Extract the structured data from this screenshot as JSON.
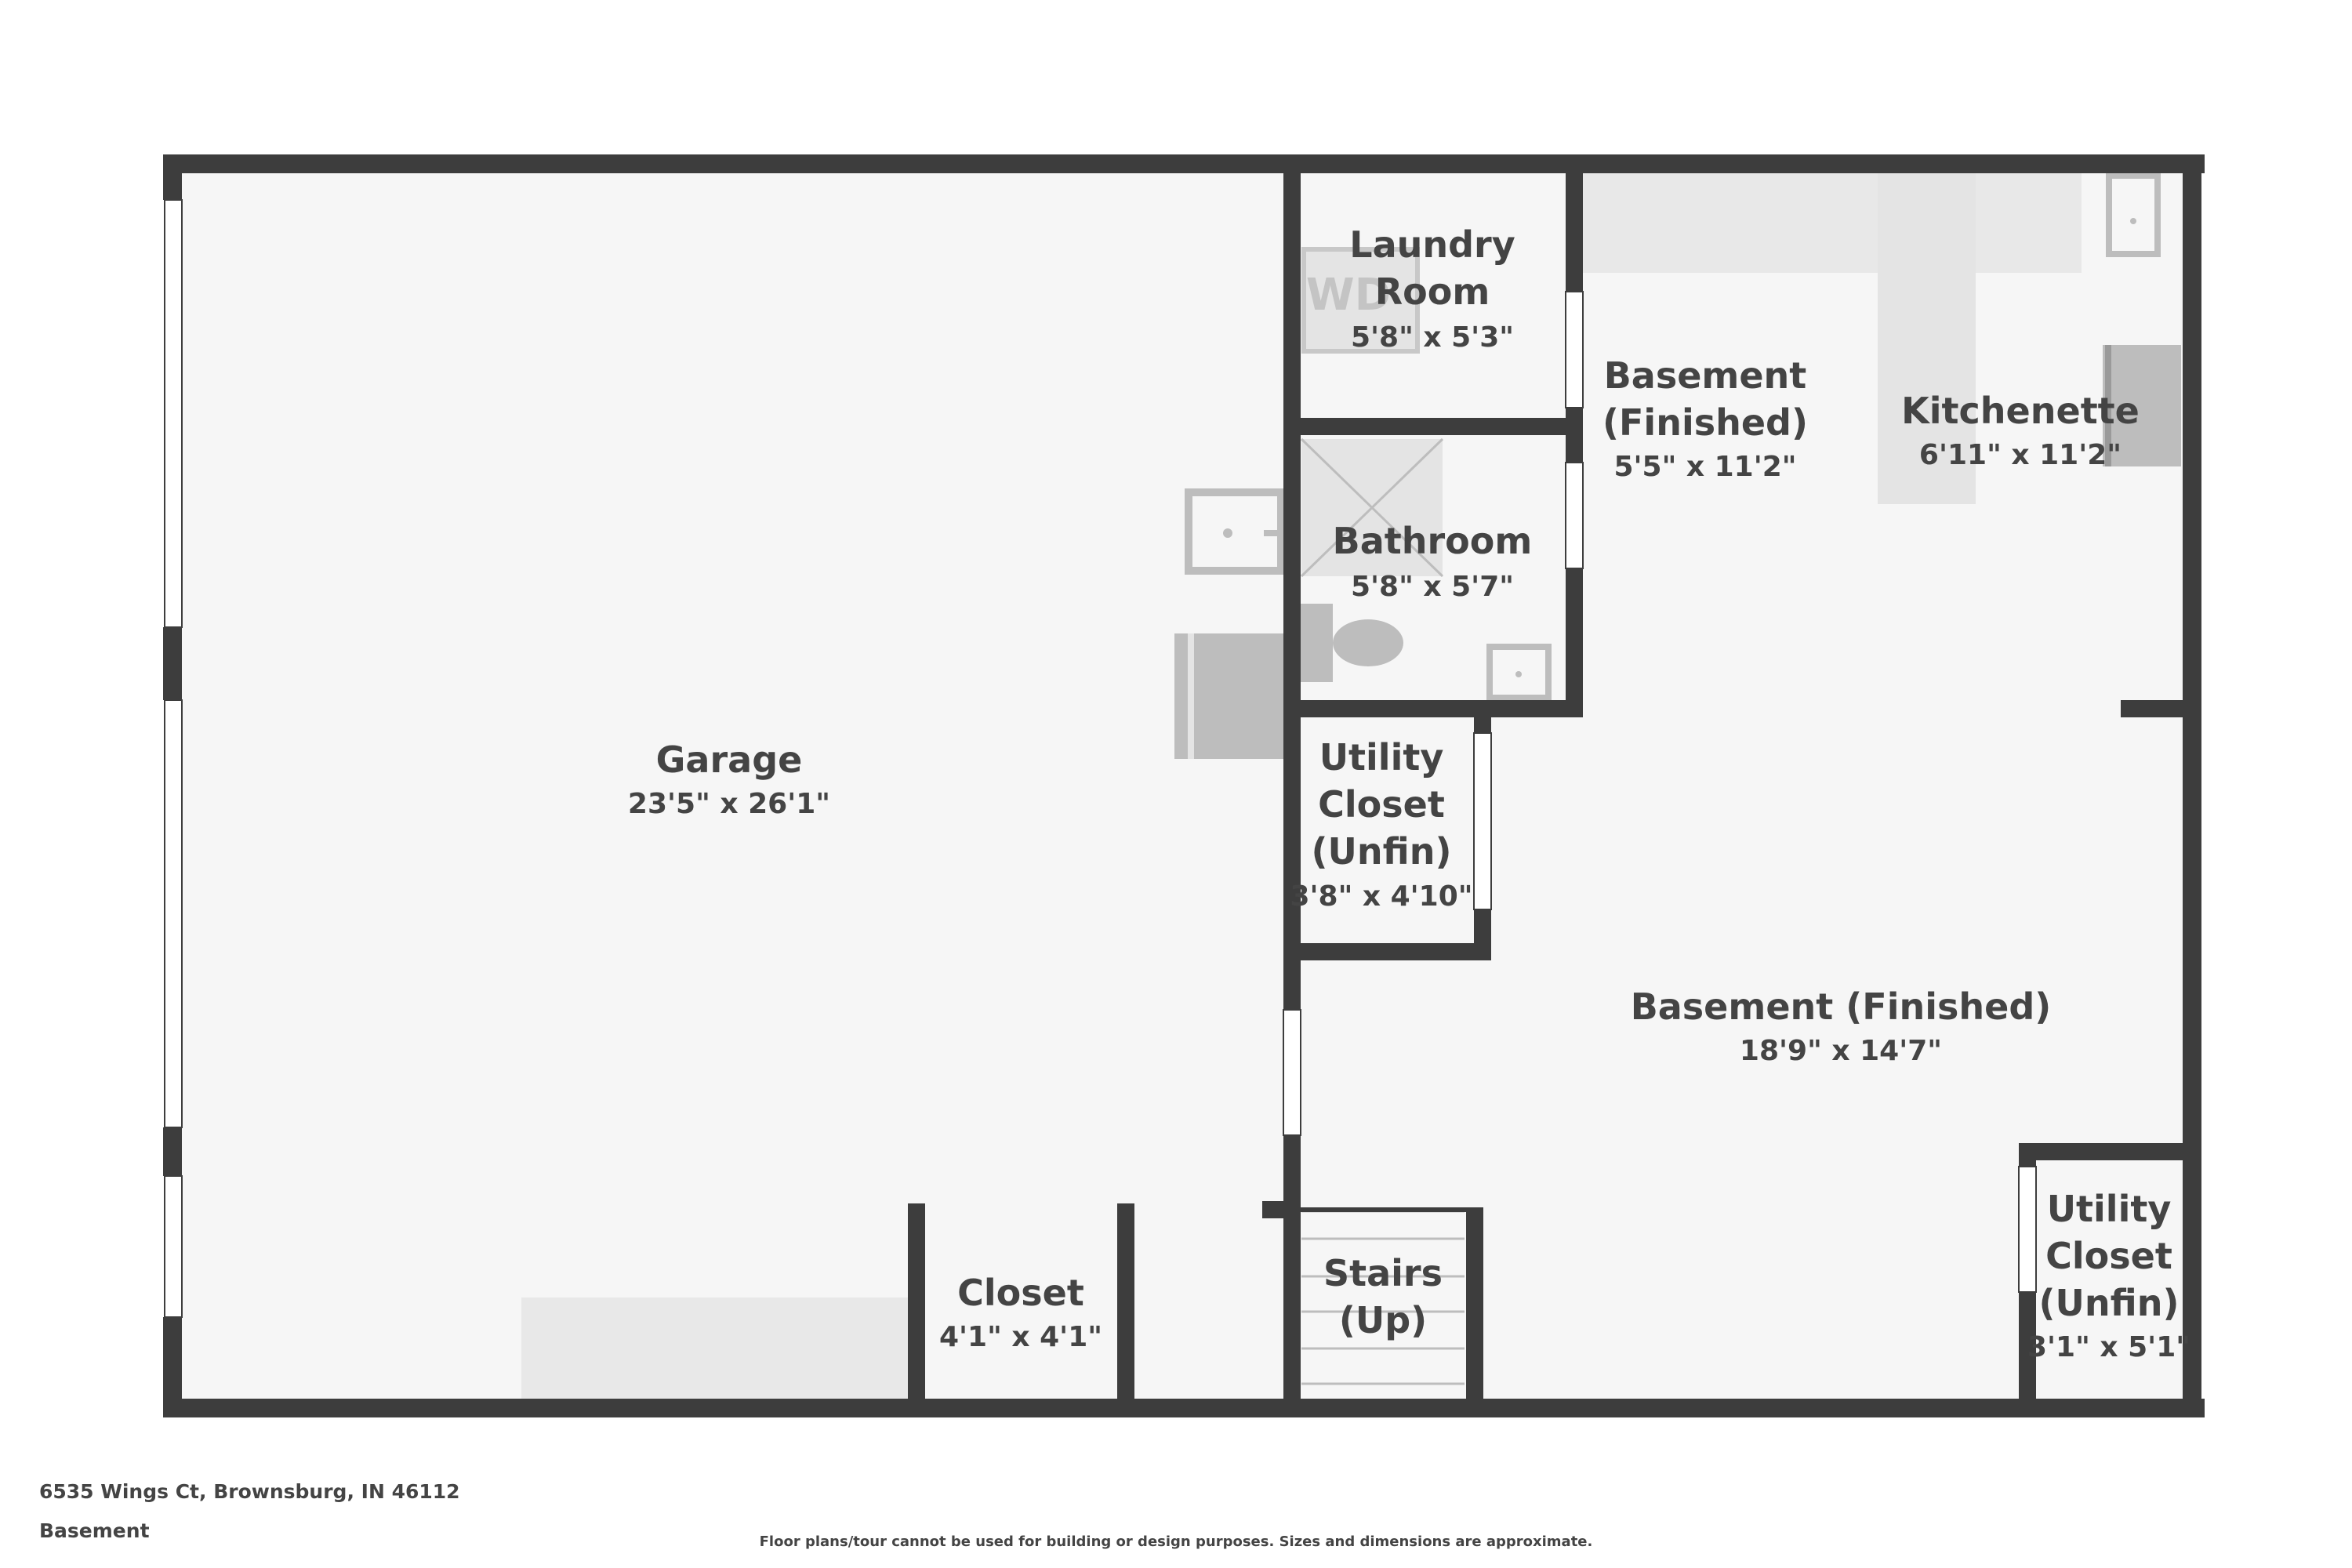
{
  "rooms": {
    "garage": {
      "name_lines": [
        "Garage"
      ],
      "dimensions": "23'5\" x 26'1\""
    },
    "laundry_room": {
      "name_lines": [
        "Laundry",
        "Room"
      ],
      "dimensions": "5'8\" x 5'3\""
    },
    "bathroom": {
      "name_lines": [
        "Bathroom"
      ],
      "dimensions": "5'8\" x 5'7\""
    },
    "basement_hall": {
      "name_lines": [
        "Basement",
        "(Finished)"
      ],
      "dimensions": "5'5\" x 11'2\""
    },
    "kitchenette": {
      "name_lines": [
        "Kitchenette"
      ],
      "dimensions": "6'11\" x 11'2\""
    },
    "utility_closet_left": {
      "name_lines": [
        "Utility",
        "Closet",
        "(Unfin)"
      ],
      "dimensions": "3'8\" x 4'10\""
    },
    "basement_main": {
      "name_lines": [
        "Basement (Finished)"
      ],
      "dimensions": "18'9\" x 14'7\""
    },
    "utility_closet_right": {
      "name_lines": [
        "Utility",
        "Closet",
        "(Unfin)"
      ],
      "dimensions": "3'1\" x 5'1\""
    },
    "closet": {
      "name_lines": [
        "Closet"
      ],
      "dimensions": "4'1\" x 4'1\""
    },
    "stairs": {
      "name_lines": [
        "Stairs",
        "(Up)"
      ],
      "dimensions": ""
    }
  },
  "fixtures": {
    "washer_dryer_label": "WD"
  },
  "footer": {
    "address": "6535 Wings Ct, Brownsburg, IN 46112",
    "level": "Basement",
    "disclaimer": "Floor plans/tour cannot be used for building or design purposes. Sizes and dimensions are approximate."
  },
  "colors": {
    "wall": "#3d3d3d",
    "floor": "#f6f6f6",
    "fixture": "#bdbdbd",
    "text": "#444444"
  }
}
